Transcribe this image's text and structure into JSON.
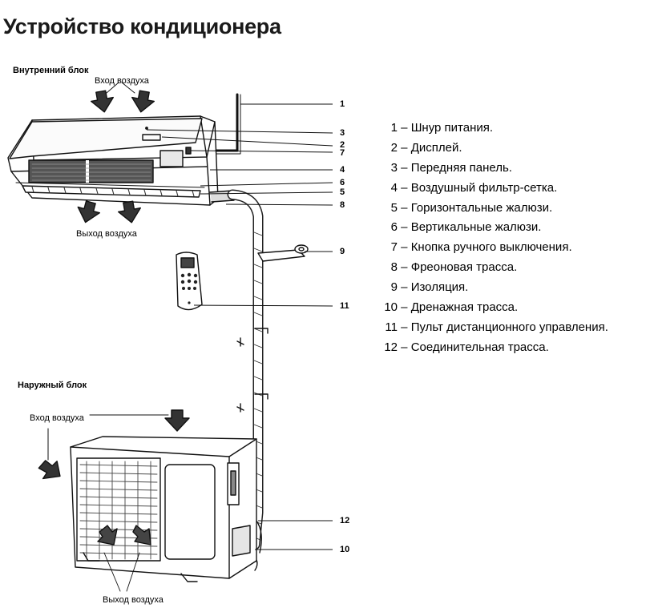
{
  "title": "Устройство кондиционера",
  "indoor_unit": {
    "label": "Внутренний блок",
    "air_in": "Вход воздуха",
    "air_out": "Выход воздуха"
  },
  "outdoor_unit": {
    "label": "Наружный блок",
    "air_in": "Вход воздуха",
    "air_out": "Выход воздуха"
  },
  "callouts": [
    "1",
    "3",
    "2",
    "7",
    "4",
    "6",
    "5",
    "8",
    "9",
    "11",
    "12",
    "10"
  ],
  "legend": [
    {
      "num": "1",
      "text": "Шнур питания."
    },
    {
      "num": "2",
      "text": "Дисплей."
    },
    {
      "num": "3",
      "text": "Передняя панель."
    },
    {
      "num": "4",
      "text": "Воздушный фильтр-сетка."
    },
    {
      "num": "5",
      "text": "Горизонтальные жалюзи."
    },
    {
      "num": "6",
      "text": "Вертикальные жалюзи."
    },
    {
      "num": "7",
      "text": "Кнопка ручного выключения."
    },
    {
      "num": "8",
      "text": "Фреоновая трасса."
    },
    {
      "num": "9",
      "text": "Изоляция."
    },
    {
      "num": "10",
      "text": "Дренажная трасса."
    },
    {
      "num": "11",
      "text": "Пульт дистанционного управления."
    },
    {
      "num": "12",
      "text": "Соединительная трасса."
    }
  ],
  "separator": "–"
}
